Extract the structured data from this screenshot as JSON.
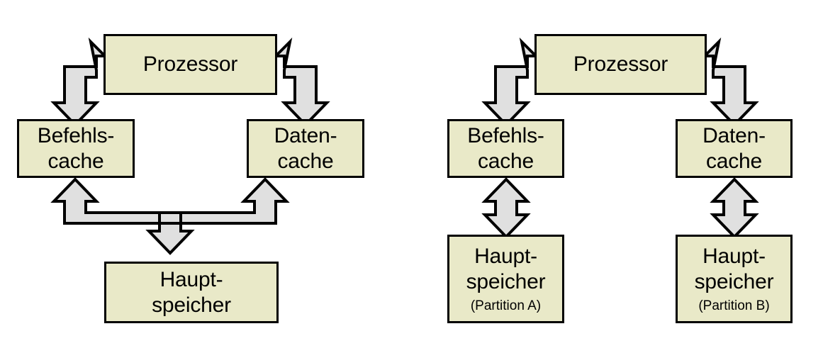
{
  "diagram": {
    "type": "block-diagram",
    "title": "",
    "colors": {
      "box_fill": "#e9e9c8",
      "box_stroke": "#000000",
      "arrow_fill": "#e0e0e0",
      "arrow_stroke": "#000000",
      "background": "#ffffff"
    },
    "panels": [
      {
        "id": "left-panel",
        "name": "shared-main-memory",
        "nodes": [
          {
            "id": "left-prozessor",
            "label": "Prozessor",
            "sublabel": ""
          },
          {
            "id": "left-befehlscache",
            "label": "Befehls-\ncache",
            "sublabel": ""
          },
          {
            "id": "left-datencache",
            "label": "Daten-\ncache",
            "sublabel": ""
          },
          {
            "id": "left-hauptspeicher",
            "label": "Haupt-\nspeicher",
            "sublabel": ""
          }
        ],
        "connections": [
          {
            "from": "left-befehlscache",
            "to": "left-prozessor",
            "style": "elbow-double"
          },
          {
            "from": "left-datencache",
            "to": "left-prozessor",
            "style": "elbow-double"
          },
          {
            "from": "left-hauptspeicher",
            "to": "left-befehlscache",
            "style": "bus-triple"
          },
          {
            "from": "left-hauptspeicher",
            "to": "left-datencache",
            "style": "bus-triple"
          }
        ]
      },
      {
        "id": "right-panel",
        "name": "partitioned-main-memory",
        "nodes": [
          {
            "id": "right-prozessor",
            "label": "Prozessor",
            "sublabel": ""
          },
          {
            "id": "right-befehlscache",
            "label": "Befehls-\ncache",
            "sublabel": ""
          },
          {
            "id": "right-datencache",
            "label": "Daten-\ncache",
            "sublabel": ""
          },
          {
            "id": "right-hauptspeicher-a",
            "label": "Haupt-\nspeicher",
            "sublabel": "(Partition A)"
          },
          {
            "id": "right-hauptspeicher-b",
            "label": "Haupt-\nspeicher",
            "sublabel": "(Partition B)"
          }
        ],
        "connections": [
          {
            "from": "right-befehlscache",
            "to": "right-prozessor",
            "style": "elbow-double"
          },
          {
            "from": "right-datencache",
            "to": "right-prozessor",
            "style": "elbow-double"
          },
          {
            "from": "right-hauptspeicher-a",
            "to": "right-befehlscache",
            "style": "vertical-double"
          },
          {
            "from": "right-hauptspeicher-b",
            "to": "right-datencache",
            "style": "vertical-double"
          }
        ]
      }
    ]
  }
}
